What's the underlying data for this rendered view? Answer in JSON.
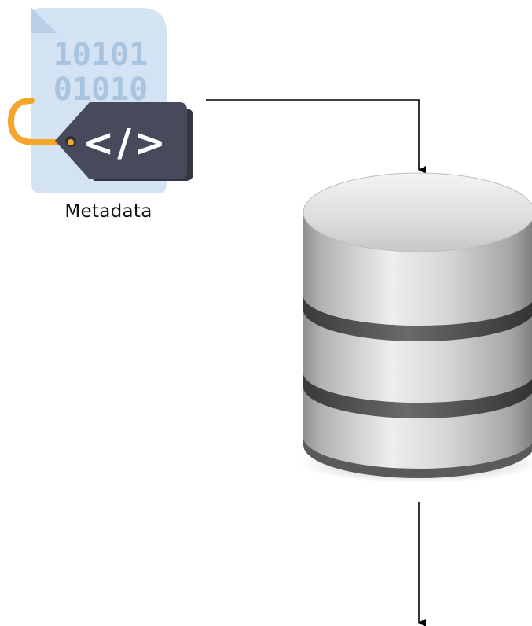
{
  "metadata_node": {
    "label": "Metadata",
    "icon": "metadata-file-icon",
    "file_digits_row1": "10101",
    "file_digits_row2": "01010",
    "tag_glyph": "</>",
    "colors": {
      "file": "#d3e3f3",
      "file_digits": "#a9c4df",
      "tag": "#464a5a",
      "tag_shadow": "#33363f",
      "tag_ring": "#f4a52a",
      "tag_glyph": "#ffffff"
    }
  },
  "database_node": {
    "icon": "database-icon",
    "colors": {
      "body_light": "#ececec",
      "body_dark": "#8d8d8d",
      "band": "#4f4f4f",
      "base": "#5a5a5a"
    }
  },
  "connectors": {
    "color": "#000000"
  }
}
